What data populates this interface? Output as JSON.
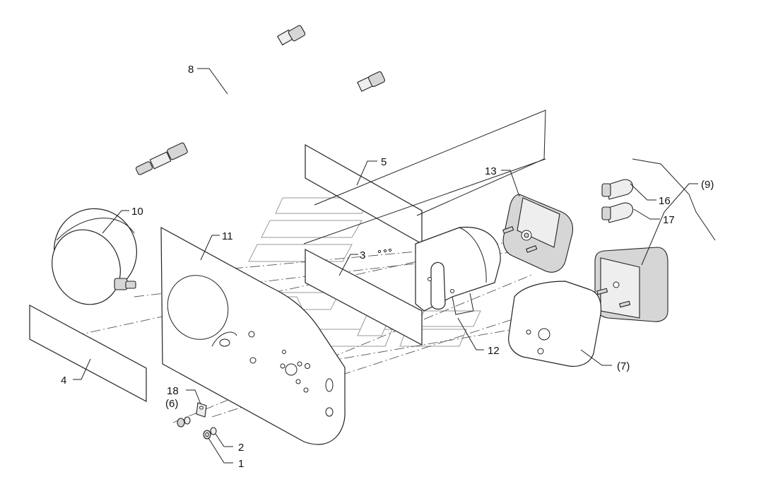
{
  "callouts": {
    "c1": "1",
    "c2": "2",
    "c3": "3",
    "c4": "4",
    "c5": "5",
    "c6": "(6)",
    "c7": "(7)",
    "c8": "8",
    "c9": "(9)",
    "c10": "10",
    "c11": "11",
    "c12": "12",
    "c13": "13",
    "c16": "16",
    "c17": "17",
    "c18": "18"
  }
}
